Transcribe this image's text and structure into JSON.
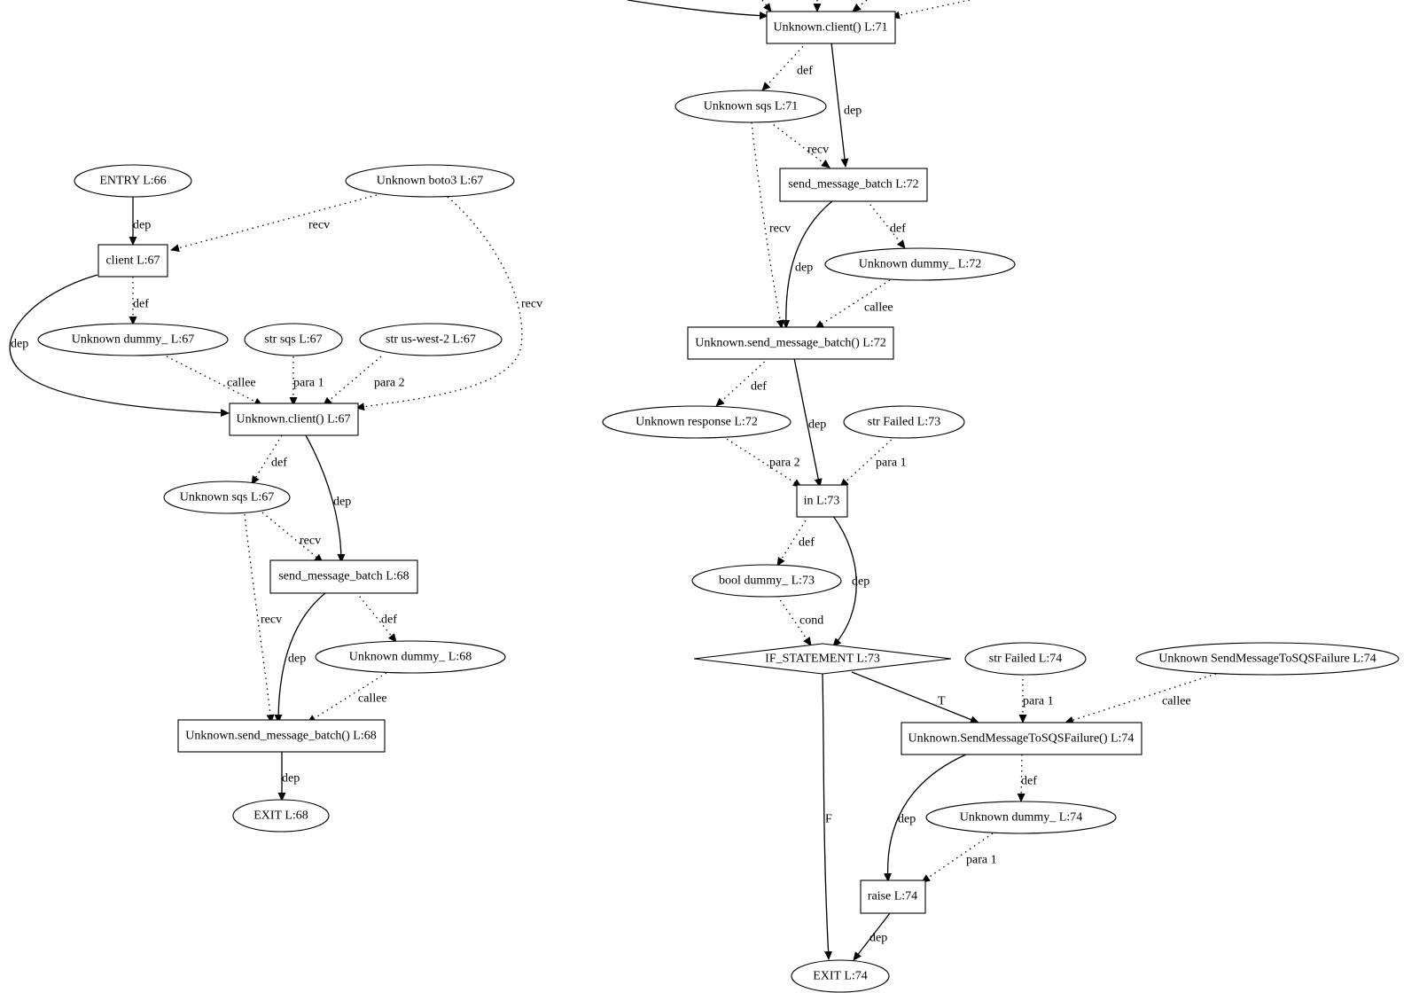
{
  "nodes": {
    "entry66": "ENTRY L:66",
    "boto3_67": "Unknown boto3 L:67",
    "client67": "client L:67",
    "dummy67": "Unknown dummy_ L:67",
    "sqs_str67": "str sqs L:67",
    "uswest67": "str us-west-2 L:67",
    "uclient67": "Unknown.client() L:67",
    "sqs67": "Unknown sqs L:67",
    "smb68": "send_message_batch L:68",
    "dummy68": "Unknown dummy_ L:68",
    "usmb68": "Unknown.send_message_batch() L:68",
    "exit68": "EXIT L:68",
    "uclient71": "Unknown.client() L:71",
    "sqs71": "Unknown sqs L:71",
    "smb72": "send_message_batch L:72",
    "dummy72": "Unknown dummy_ L:72",
    "usmb72": "Unknown.send_message_batch() L:72",
    "response72": "Unknown response L:72",
    "failed73": "str Failed L:73",
    "in73": "in L:73",
    "bool73": "bool dummy_ L:73",
    "if73": "IF_STATEMENT L:73",
    "failed74": "str Failed L:74",
    "sqsfail_cls74": "Unknown SendMessageToSQSFailure L:74",
    "usqsfail74": "Unknown.SendMessageToSQSFailure() L:74",
    "dummy74": "Unknown dummy_ L:74",
    "raise74": "raise L:74",
    "exit74": "EXIT L:74"
  },
  "edge_labels": {
    "dep": "dep",
    "def": "def",
    "recv": "recv",
    "callee": "callee",
    "para1": "para 1",
    "para2": "para 2",
    "cond": "cond",
    "true": "T",
    "false": "F"
  }
}
